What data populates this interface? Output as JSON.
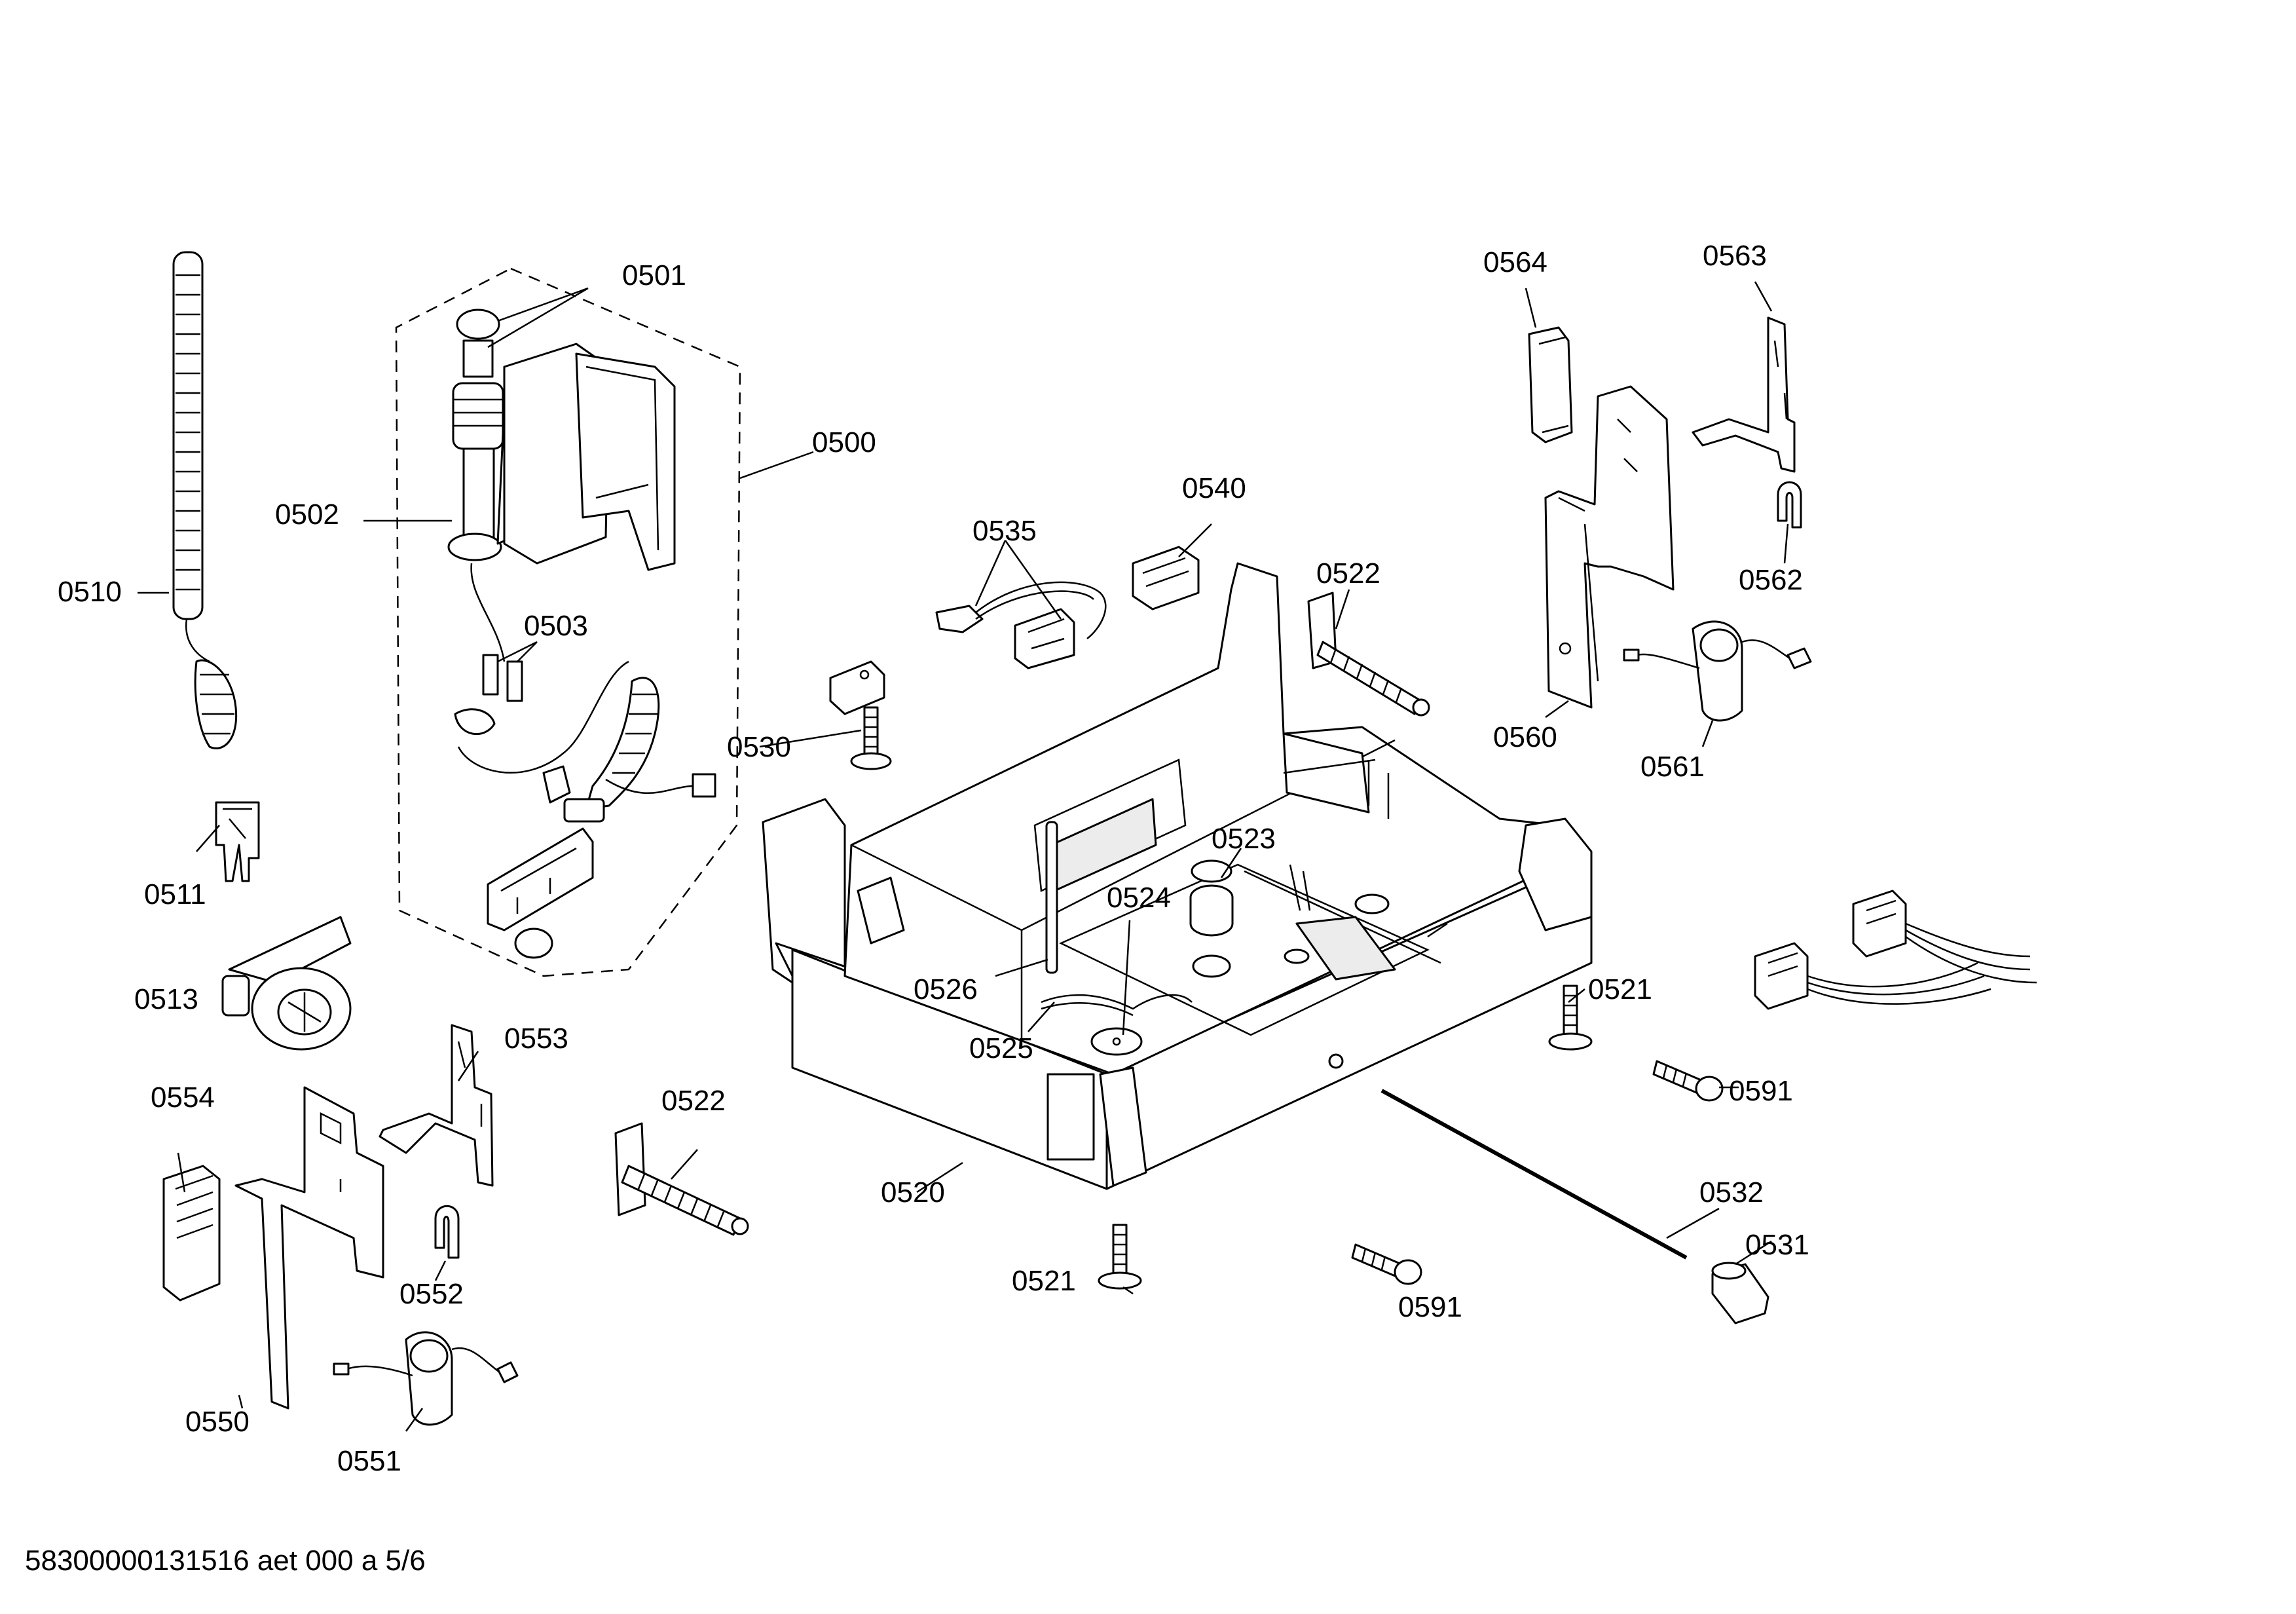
{
  "labels": {
    "p0500": "0500",
    "p0501": "0501",
    "p0502": "0502",
    "p0503": "0503",
    "p0510": "0510",
    "p0511": "0511",
    "p0513": "0513",
    "p0520": "0520",
    "p0521a": "0521",
    "p0521b": "0521",
    "p0522a": "0522",
    "p0522b": "0522",
    "p0523": "0523",
    "p0524": "0524",
    "p0525": "0525",
    "p0526": "0526",
    "p0530": "0530",
    "p0531": "0531",
    "p0532": "0532",
    "p0535": "0535",
    "p0540": "0540",
    "p0550": "0550",
    "p0551": "0551",
    "p0552": "0552",
    "p0553": "0553",
    "p0554": "0554",
    "p0560": "0560",
    "p0561": "0561",
    "p0562": "0562",
    "p0563": "0563",
    "p0564": "0564",
    "p0591a": "0591",
    "p0591b": "0591"
  },
  "footer": "58300000131516 aet 000 a 5/6"
}
